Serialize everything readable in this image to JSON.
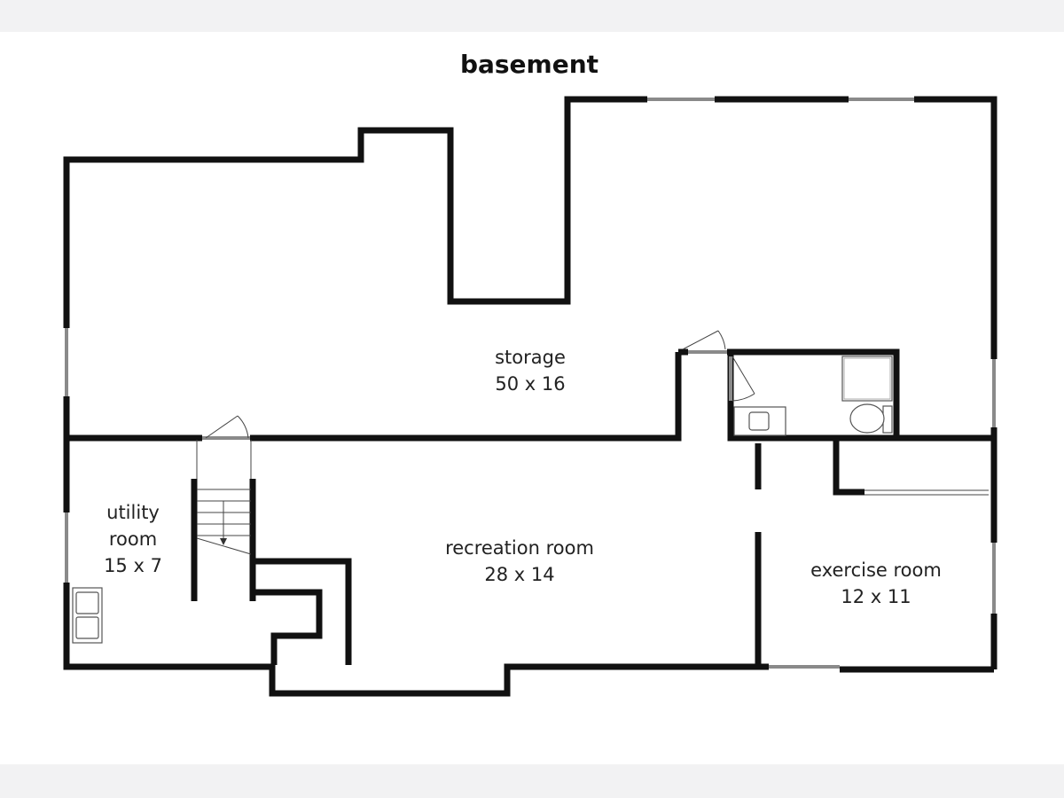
{
  "plan": {
    "title": "basement",
    "rooms": {
      "storage": {
        "name": "storage",
        "size": "50 x 16"
      },
      "utility": {
        "name_line1": "utility",
        "name_line2": "room",
        "size": "15 x 7"
      },
      "recreation": {
        "name": "recreation room",
        "size": "28 x 14"
      },
      "exercise": {
        "name": "exercise room",
        "size": "12 x 11"
      }
    }
  },
  "colors": {
    "page_background": "#ffffff",
    "frame_background": "#f2f2f3",
    "wall": "#111111",
    "window": "#8a8a8a"
  }
}
